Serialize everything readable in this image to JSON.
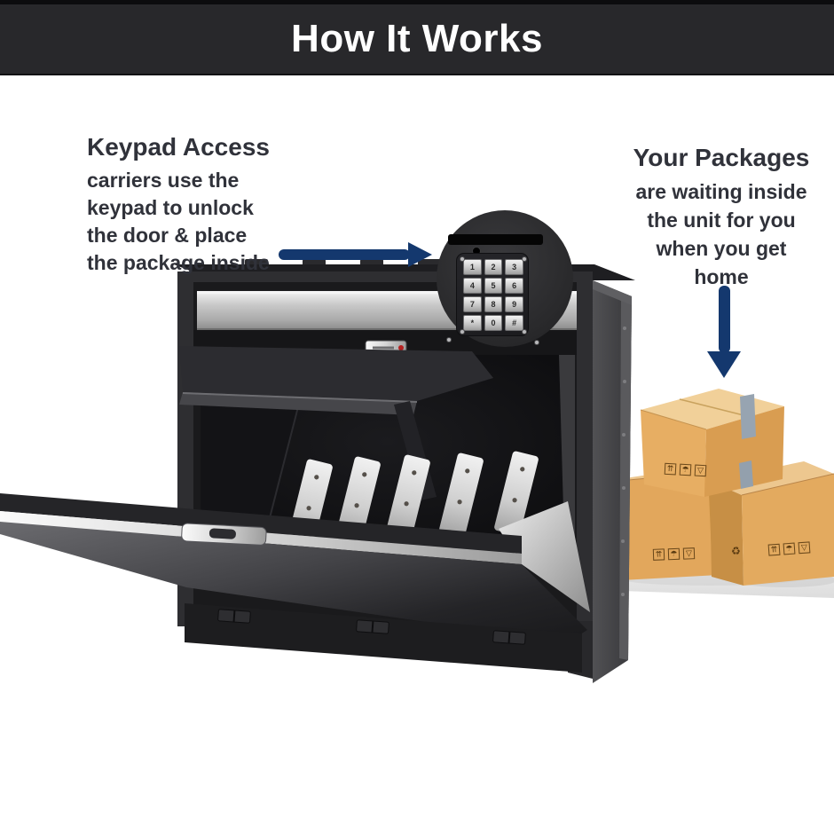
{
  "header": {
    "title": "How It Works"
  },
  "annotations": {
    "keypad": {
      "title": "Keypad Access",
      "lines": [
        "carriers use the",
        "keypad to unlock",
        "the door & place",
        "the package inside"
      ]
    },
    "packages": {
      "title": "Your Packages",
      "lines": [
        "are waiting inside",
        "the unit for you",
        "when you get",
        "home"
      ]
    }
  },
  "keypad_inset": {
    "keys": [
      "1",
      "2",
      "3",
      "4",
      "5",
      "6",
      "7",
      "8",
      "9",
      "*",
      "0",
      "#"
    ]
  },
  "shipping_icons": [
    {
      "name": "this-way-up-icon",
      "glyph": "⇈"
    },
    {
      "name": "keep-dry-icon",
      "glyph": "☂"
    },
    {
      "name": "fragile-icon",
      "glyph": "▽"
    }
  ],
  "recycle_glyph": "♻",
  "colors": {
    "header-bg": "#28282b",
    "title-color": "#ffffff",
    "text-dark": "#30323a",
    "arrow": "#14386e",
    "unit-dark": "#2e2e31",
    "unit-side": "#47474a",
    "steel-light": "#d9d9d9",
    "foam-black": "#0d0d0f",
    "box-tan": "#e2a75c",
    "box-tan-light": "#eec88f",
    "box-tan-dark": "#cd9148",
    "tape-blue": "#93a0ad"
  }
}
